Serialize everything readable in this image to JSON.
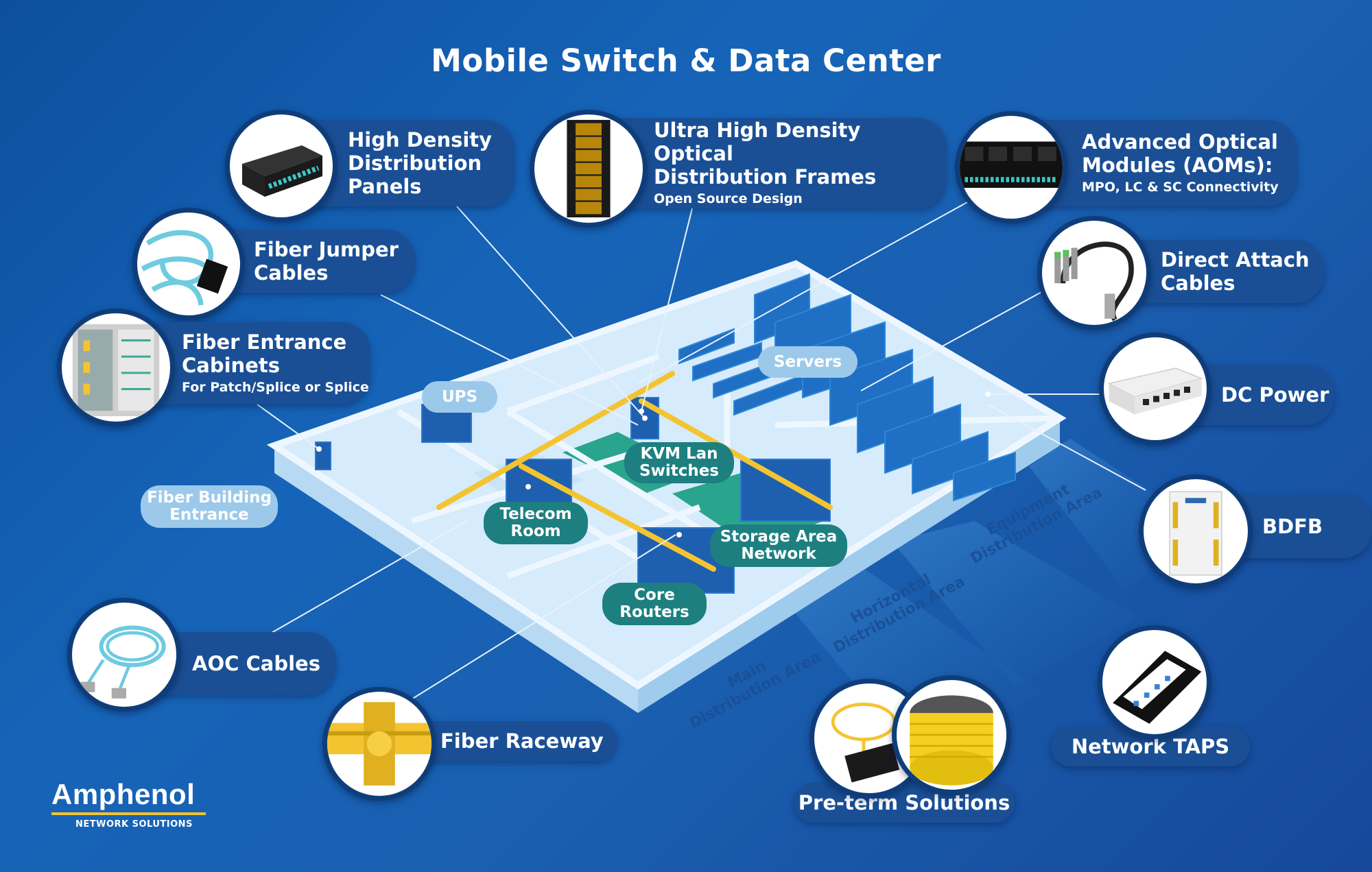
{
  "title": "Mobile Switch & Data Center",
  "products": {
    "high_density_panels": {
      "title": "High Density\nDistribution\nPanels"
    },
    "ultra_high_density": {
      "title": "Ultra High Density Optical\nDistribution Frames",
      "sub": "Open Source Design"
    },
    "aoms": {
      "title": "Advanced Optical\nModules (AOMs):",
      "sub": "MPO, LC & SC Connectivity"
    },
    "fiber_jumper": {
      "title": "Fiber Jumper\nCables"
    },
    "direct_attach": {
      "title": "Direct Attach\nCables"
    },
    "fiber_entrance": {
      "title": "Fiber Entrance\nCabinets",
      "sub": "For Patch/Splice or Splice"
    },
    "dc_power": {
      "title": "DC Power"
    },
    "bdfb": {
      "title": "BDFB"
    },
    "aoc": {
      "title": "AOC Cables"
    },
    "fiber_raceway": {
      "title": "Fiber Raceway"
    },
    "network_taps": {
      "title": "Network TAPS"
    },
    "preterm": {
      "title": "Pre-term Solutions"
    }
  },
  "rooms": {
    "ups": "UPS",
    "servers": "Servers",
    "kvm": "KVM Lan\nSwitches",
    "telecom": "Telecom\nRoom",
    "san": "Storage Area\nNetwork",
    "core": "Core\nRouters",
    "fiber_building": "Fiber Building\nEntrance"
  },
  "zones": {
    "equipment": "Equipment\nDistribution Area",
    "horizontal": "Horizontal\nDistribution Area",
    "main": "Main\nDistribution Area"
  },
  "logo": {
    "name": "Amphenol",
    "sub": "NETWORK SOLUTIONS"
  },
  "colors": {
    "background": "#1664b8",
    "pill": "#1a4f95",
    "teal_label": "#1d7f80",
    "raceway": "#f4c430",
    "rack": "#1f5fb0"
  }
}
